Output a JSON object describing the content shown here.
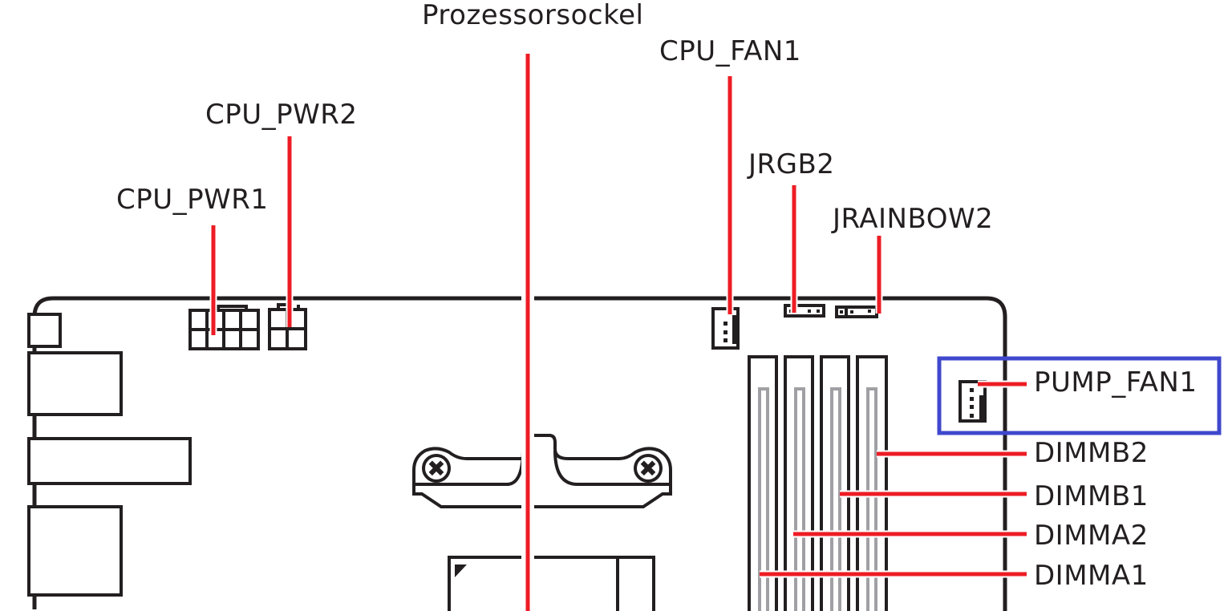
{
  "diagram": {
    "type": "motherboard-layout",
    "colors": {
      "outline": "#231f20",
      "leader_line": "#ed1c24",
      "dimm_inner": "#a0a0a4",
      "highlight": "#3f48cc"
    },
    "labels": {
      "socket": "Prozessorsockel",
      "cpu_fan1": "CPU_FAN1",
      "cpu_pwr2": "CPU_PWR2",
      "cpu_pwr1": "CPU_PWR1",
      "jrgb2": "JRGB2",
      "jrainbow2": "JRAINBOW2",
      "pump_fan1": "PUMP_FAN1",
      "dimmb2": "DIMMB2",
      "dimmb1": "DIMMB1",
      "dimma2": "DIMMA2",
      "dimma1": "DIMMA1"
    },
    "highlighted": "PUMP_FAN1"
  }
}
